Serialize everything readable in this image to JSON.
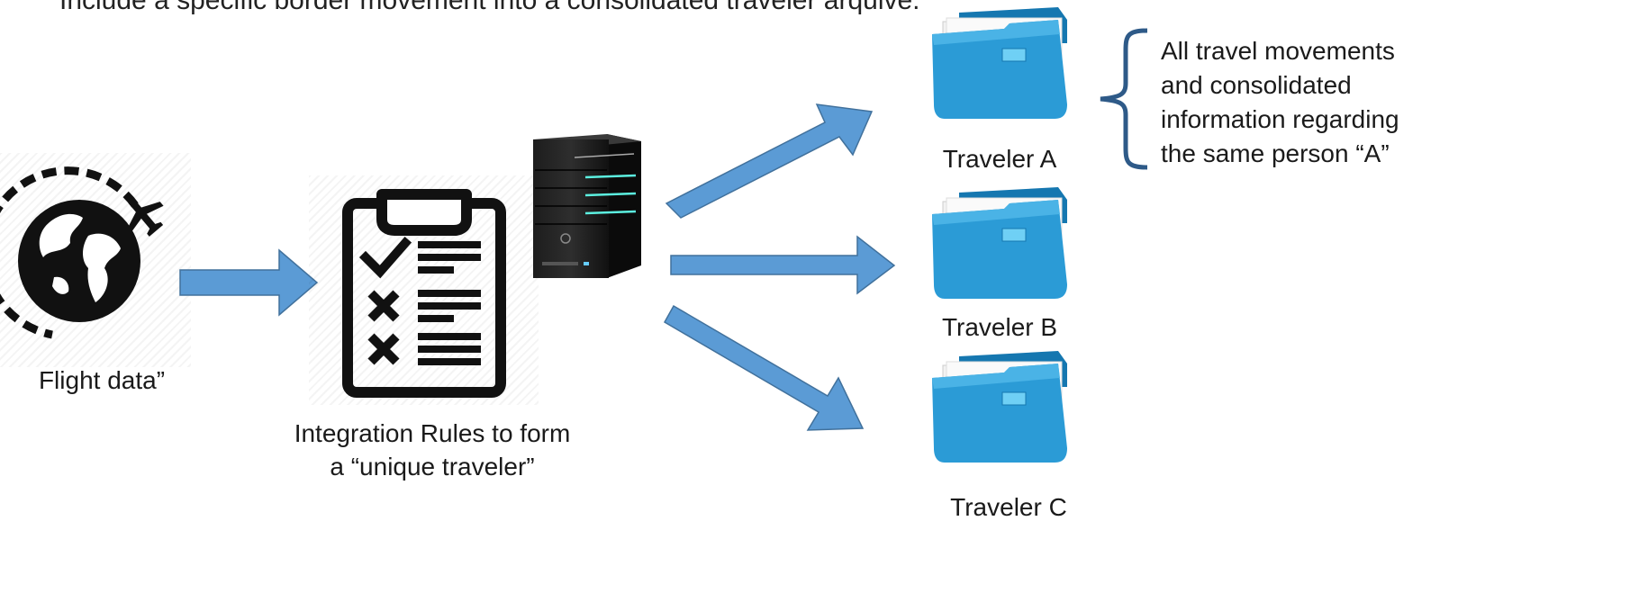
{
  "header": {
    "text": "Include a specific border movement into a consolidated traveler arquive."
  },
  "source": {
    "label": "Flight data”"
  },
  "rules": {
    "line1": "Integration Rules to form",
    "line2": "a “unique traveler”"
  },
  "travelers": [
    {
      "label": "Traveler A"
    },
    {
      "label": "Traveler B"
    },
    {
      "label": "Traveler C"
    }
  ],
  "note": {
    "lines": [
      "All travel movements",
      "and consolidated",
      "information regarding",
      "the same person “A”"
    ]
  },
  "colors": {
    "arrow": "#5b9bd5",
    "arrow_stroke": "#41719c",
    "folder": "#2b9bd6",
    "folder_dark": "#1577b0",
    "brace": "#2e5a88",
    "icon": "#111111"
  }
}
